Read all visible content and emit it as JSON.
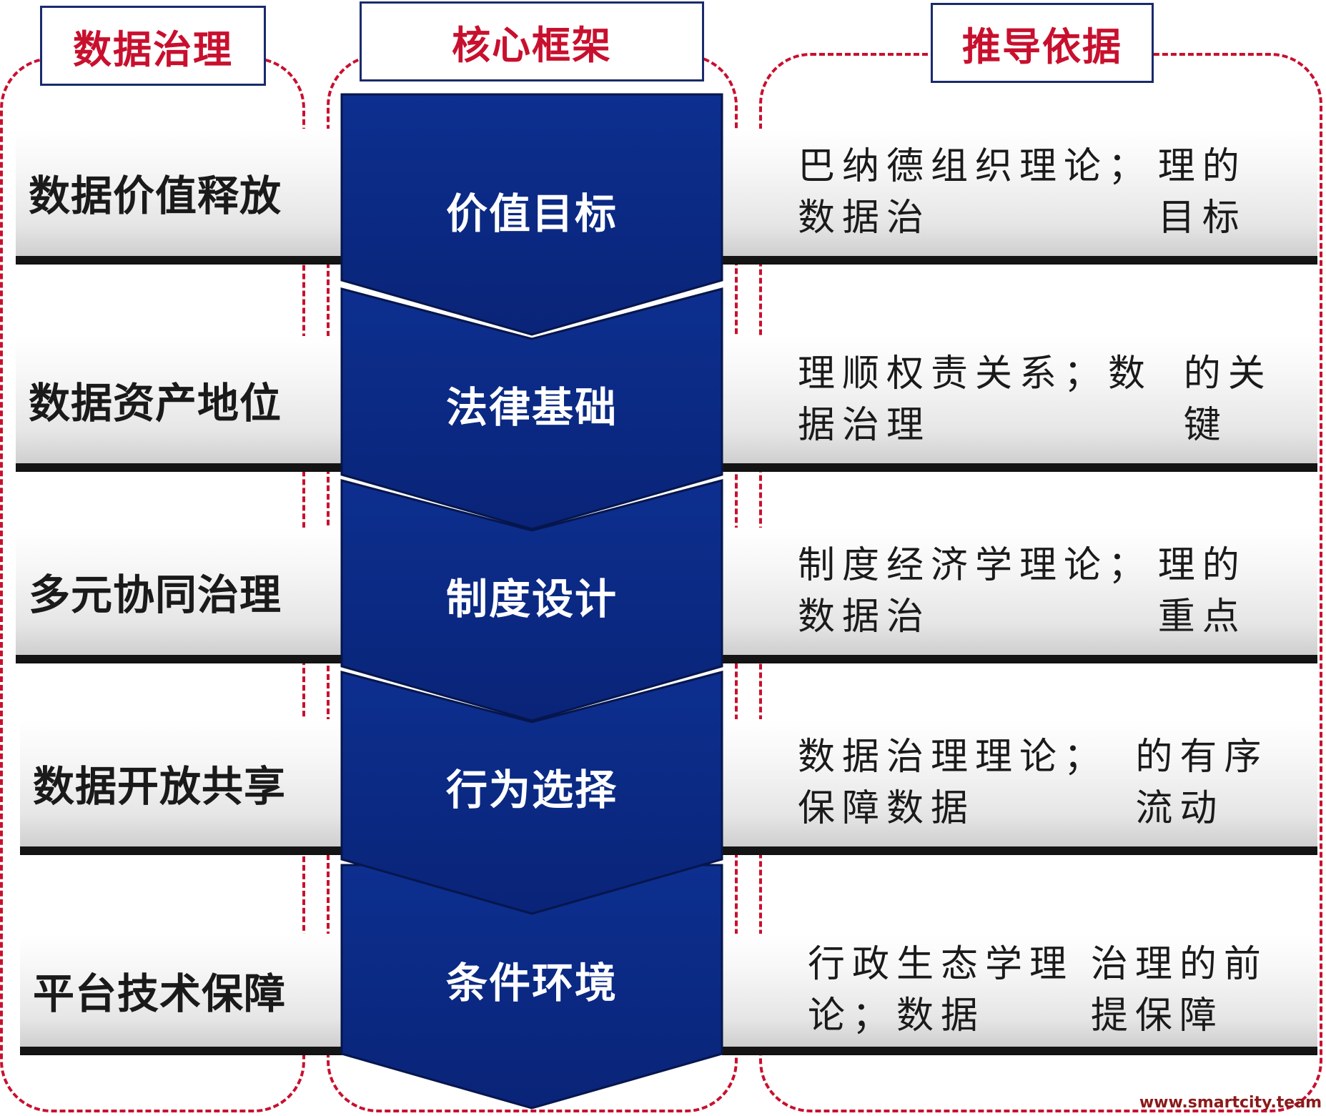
{
  "headers": {
    "left": "数据治理",
    "center": "核心框架",
    "right": "推导依据"
  },
  "rows": [
    {
      "left": "数据价值释放",
      "center": "价值目标",
      "right_line1": "巴纳德组织理论；数据治",
      "right_line2": "理的目标"
    },
    {
      "left": "数据资产地位",
      "center": "法律基础",
      "right_line1": "理顺权责关系；数据治理",
      "right_line2": "的关键"
    },
    {
      "left": "多元协同治理",
      "center": "制度设计",
      "right_line1": "制度经济学理论；数据治",
      "right_line2": "理的重点"
    },
    {
      "left": "数据开放共享",
      "center": "行为选择",
      "right_line1": "数据治理理论；保障数据",
      "right_line2": "的有序流动"
    },
    {
      "left": "平台技术保障",
      "center": "条件环境",
      "right_line1": "行政生态学理论；数据",
      "right_line2": "治理的前提保障"
    }
  ],
  "watermark": "www.smartcity.team",
  "colors": {
    "accent_red": "#c8102e",
    "flow_blue": "#0b2a86",
    "header_border": "#1a2a6c"
  }
}
